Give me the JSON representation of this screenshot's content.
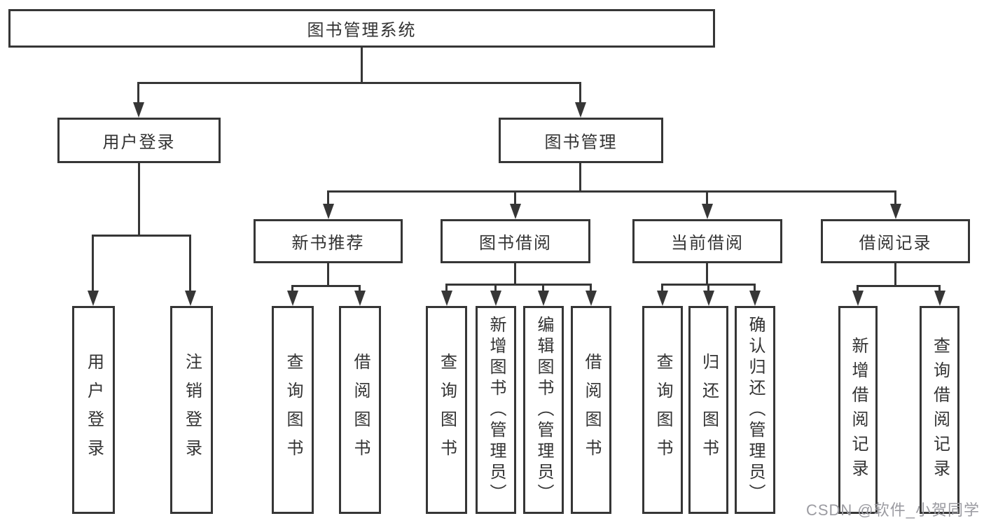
{
  "page": {
    "background_color": "#ffffff",
    "line_color": "#363636",
    "text_color": "#333333",
    "watermark_color": "#9b9ba1"
  },
  "tree": {
    "root": {
      "label": "图书管理系统"
    },
    "login": {
      "label": "用户登录",
      "children": [
        {
          "label": "用户登录"
        },
        {
          "label": "注销登录"
        }
      ]
    },
    "management": {
      "label": "图书管理",
      "sections": [
        {
          "label": "新书推荐",
          "children": [
            {
              "label": "查询图书"
            },
            {
              "label": "借阅图书"
            }
          ]
        },
        {
          "label": "图书借阅",
          "children": [
            {
              "label": "查询图书"
            },
            {
              "label": "新增图书（管理员）"
            },
            {
              "label": "编辑图书（管理员）"
            },
            {
              "label": "借阅图书"
            }
          ]
        },
        {
          "label": "当前借阅",
          "children": [
            {
              "label": "查询图书"
            },
            {
              "label": "归还图书"
            },
            {
              "label": "确认归还（管理员）"
            }
          ]
        },
        {
          "label": "借阅记录",
          "children": [
            {
              "label": "新增借阅记录"
            },
            {
              "label": "查询借阅记录"
            }
          ]
        }
      ]
    }
  },
  "watermark": {
    "label": "CSDN @软件_小贺同学"
  }
}
